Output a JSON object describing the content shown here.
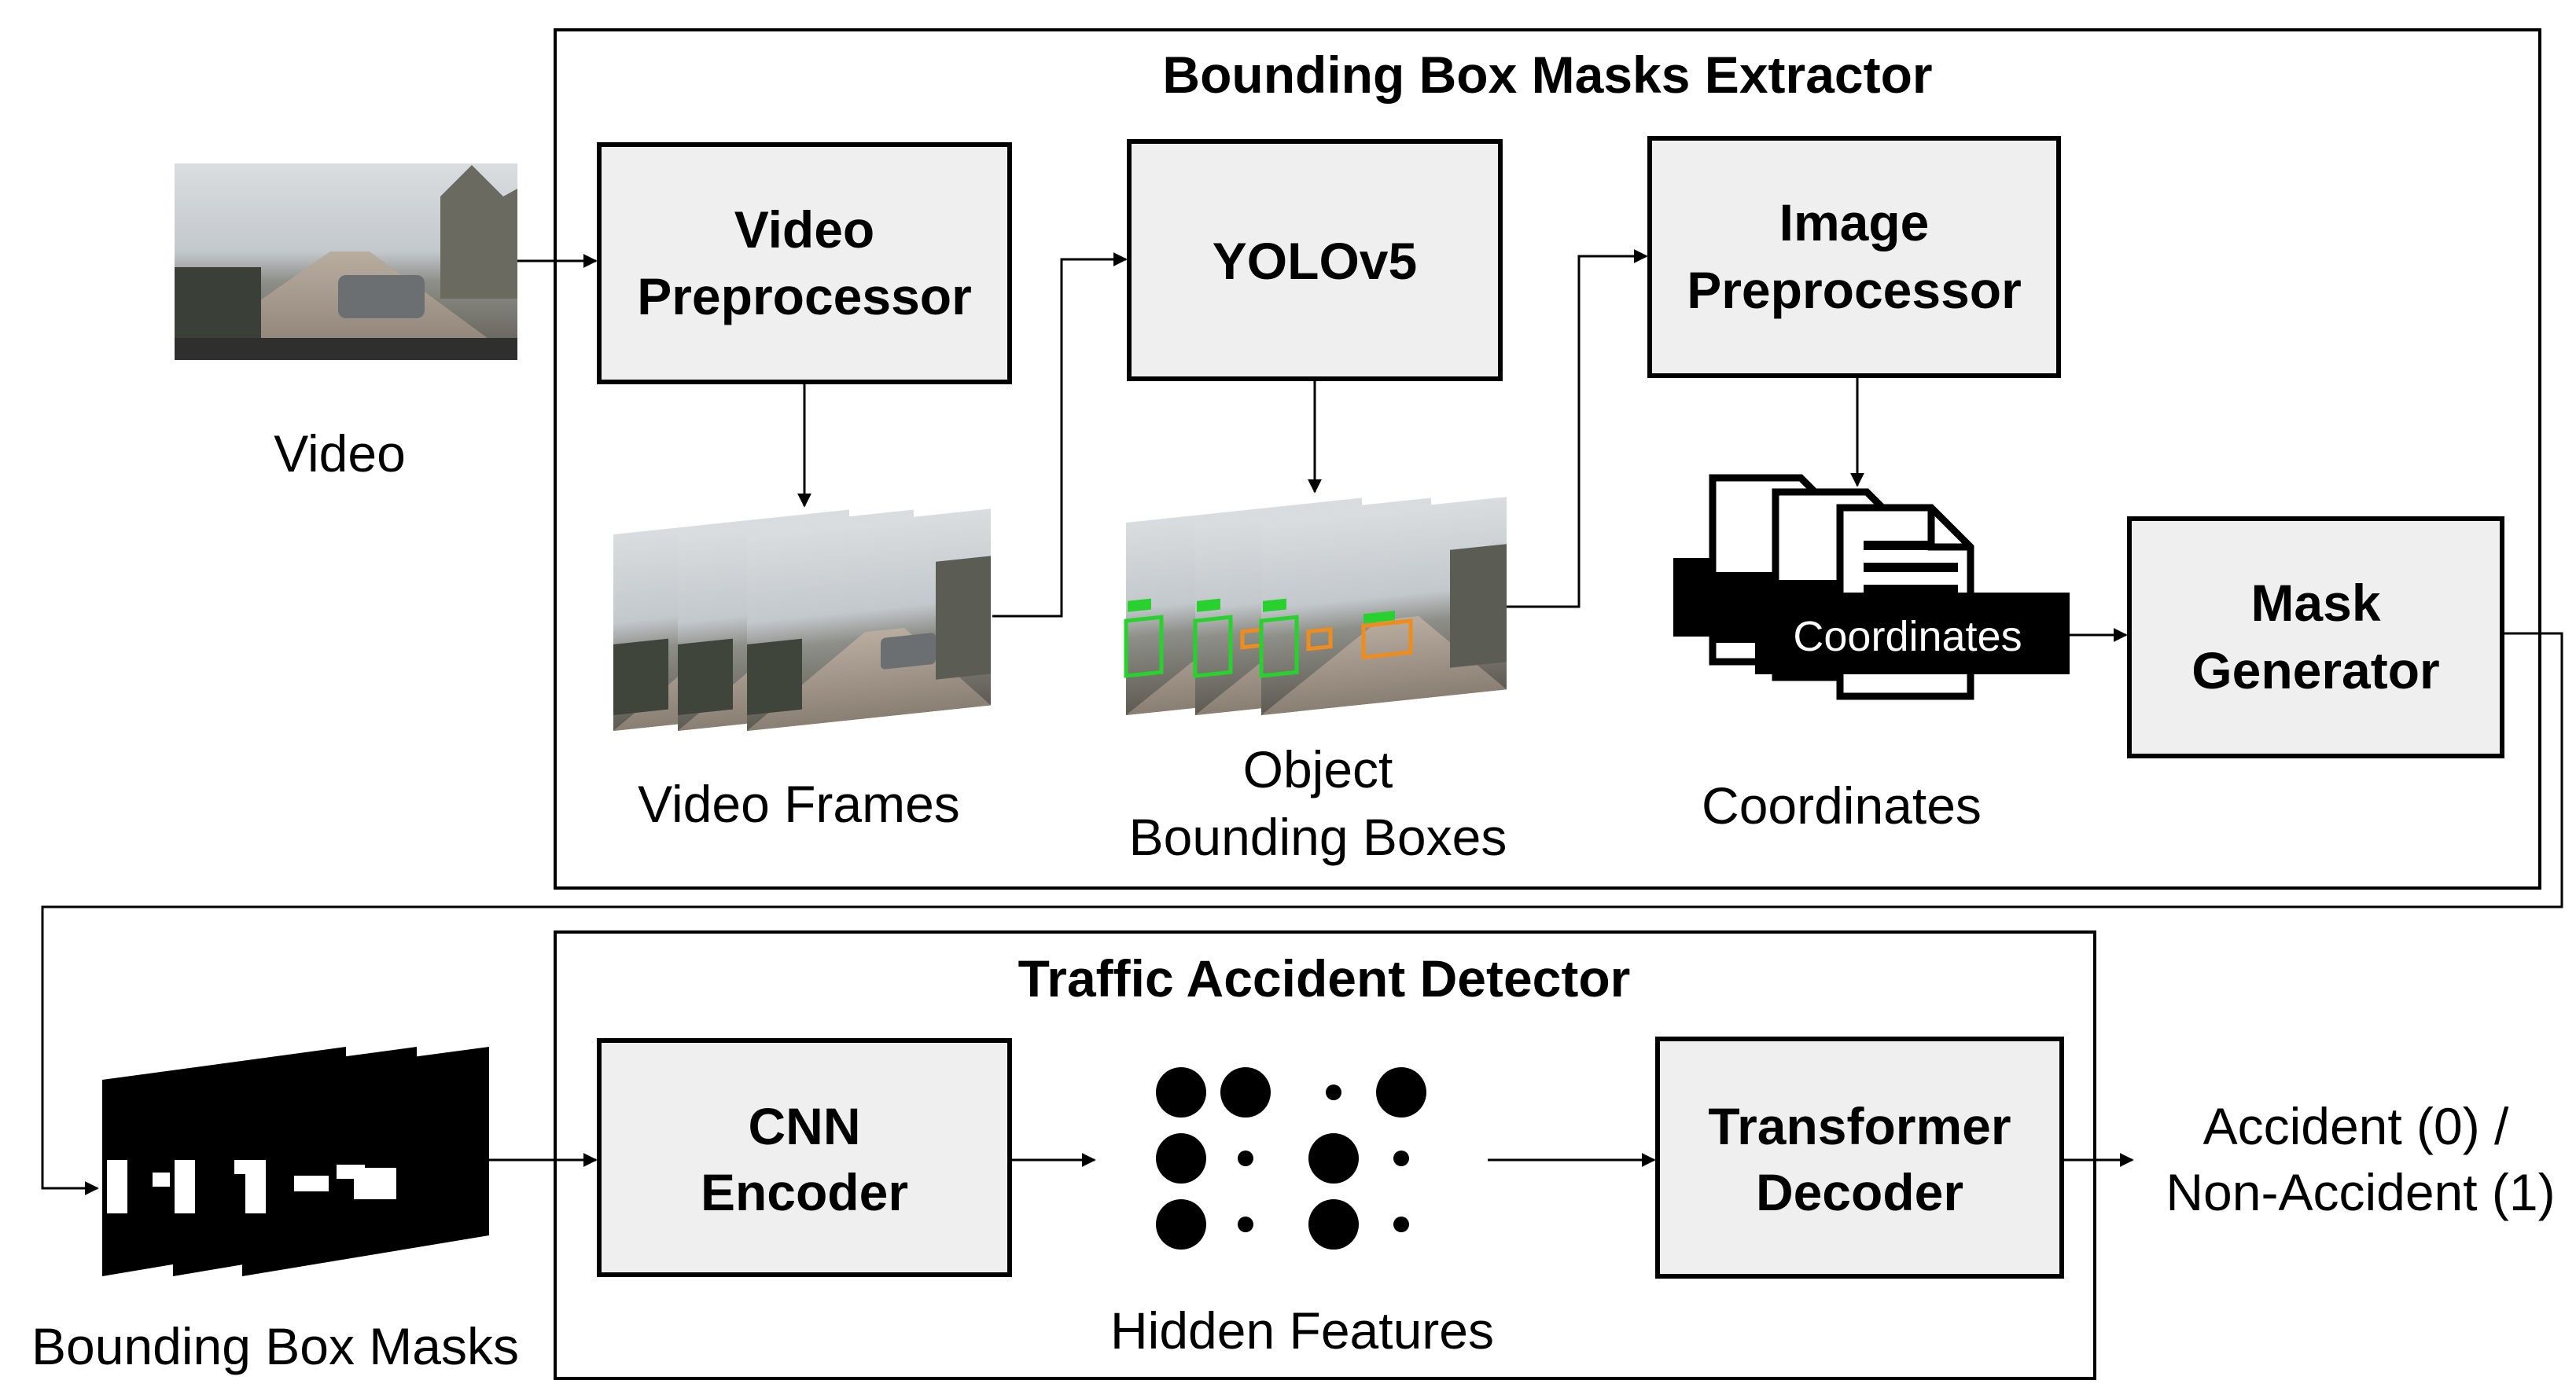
{
  "extractor": {
    "title": "Bounding Box Masks Extractor",
    "video_preprocessor": [
      "Video",
      "Preprocessor"
    ],
    "yolo": "YOLOv5",
    "image_preprocessor": [
      "Image",
      "Preprocessor"
    ],
    "mask_generator": [
      "Mask",
      "Generator"
    ],
    "coordinates_doc_label": "Coordinates"
  },
  "detector": {
    "title": "Traffic Accident Detector",
    "cnn_encoder": [
      "CNN",
      "Encoder"
    ],
    "transformer_decoder": [
      "Transformer",
      "Decoder"
    ]
  },
  "captions": {
    "video": "Video",
    "video_frames": "Video Frames",
    "object_bboxes": [
      "Object",
      "Bounding Boxes"
    ],
    "coordinates": "Coordinates",
    "bbox_masks": "Bounding Box Masks",
    "hidden_features": "Hidden Features",
    "output": [
      "Accident (0) /",
      "Non-Accident (1)"
    ]
  },
  "colors": {
    "box_fill": "#efefef",
    "detection_green": "#29d12f",
    "detection_orange": "#f08c1e"
  }
}
